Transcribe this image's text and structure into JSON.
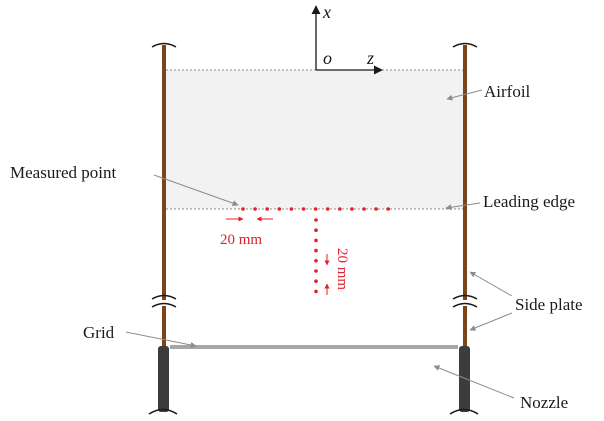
{
  "labels": {
    "airfoil": "Airfoil",
    "leading_edge": "Leading edge",
    "measured_point": "Measured point",
    "side_plate": "Side plate",
    "grid": "Grid",
    "nozzle": "Nozzle",
    "spacing_z": "20 mm",
    "spacing_x": "20 mm"
  },
  "axes": {
    "x": "x",
    "z": "z",
    "origin": "o"
  },
  "measurement": {
    "horizontal_points": 13,
    "vertical_points": 8,
    "spacing_mm": 20
  },
  "colors": {
    "plate": "#7a4518",
    "nozzle": "#3c3c3c",
    "airfoil_fill": "#f2f2f2",
    "points": "#e0202a",
    "grid_bar": "#a6a6a6",
    "leader": "#8c8c8c"
  }
}
